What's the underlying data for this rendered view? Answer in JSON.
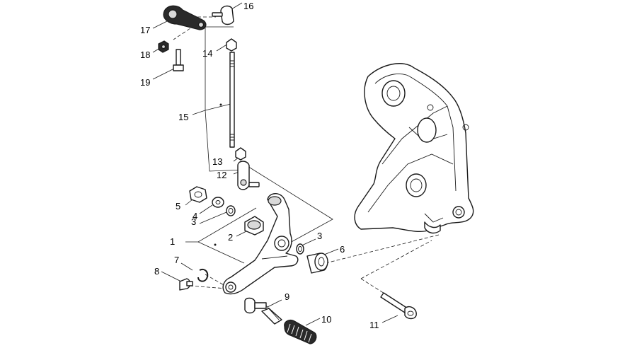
{
  "callouts": [
    {
      "id": "1",
      "text": "1"
    },
    {
      "id": "2",
      "text": "2"
    },
    {
      "id": "3a",
      "text": "3"
    },
    {
      "id": "3b",
      "text": "3"
    },
    {
      "id": "4",
      "text": "4"
    },
    {
      "id": "5",
      "text": "5"
    },
    {
      "id": "6",
      "text": "6"
    },
    {
      "id": "7",
      "text": "7"
    },
    {
      "id": "8",
      "text": "8"
    },
    {
      "id": "9",
      "text": "9"
    },
    {
      "id": "10",
      "text": "10"
    },
    {
      "id": "11",
      "text": "11"
    },
    {
      "id": "12",
      "text": "12"
    },
    {
      "id": "13",
      "text": "13"
    },
    {
      "id": "14",
      "text": "14"
    },
    {
      "id": "15",
      "text": "15"
    },
    {
      "id": "16",
      "text": "16"
    },
    {
      "id": "17",
      "text": "17"
    },
    {
      "id": "18",
      "text": "18"
    },
    {
      "id": "19",
      "text": "19"
    }
  ]
}
